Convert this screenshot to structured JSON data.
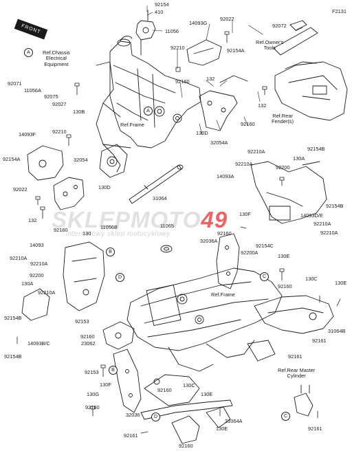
{
  "figure_id": "F2131",
  "front_label": "FRONT",
  "watermark": {
    "main_a": "SKLEP",
    "main_b": "MOTO",
    "main_c": "49",
    "sub": "internetowy sklep motocyklowy"
  },
  "references": {
    "chassis_electrical": "Ref.Chassis\nElectrical\nEquipment",
    "owners_tools": "Ref.Owner's\nTools",
    "frame_top": "Ref.Frame",
    "rear_fenders": "Ref.Rear\nFender(s)",
    "frame_mid": "Ref.Frame",
    "rear_master_cylinder": "Ref.Rear Master\nCylinder"
  },
  "callouts": {
    "A": "A",
    "B": "B",
    "C": "C",
    "D": "D"
  },
  "part_labels": [
    "92154",
    "410",
    "11056",
    "14093G",
    "92022",
    "92072",
    "92071",
    "11056A",
    "92075",
    "92027",
    "130B",
    "92210",
    "92154A",
    "132",
    "92160",
    "132",
    "92160",
    "130D",
    "32054A",
    "14093F",
    "92210",
    "92154A",
    "92022",
    "32054",
    "130D",
    "31064",
    "132",
    "92160",
    "11056B",
    "130",
    "92210A",
    "92154B",
    "92210A",
    "92200",
    "130A",
    "14093A",
    "130F",
    "92160",
    "32036A",
    "92154B",
    "14093D/E",
    "92210A",
    "92210A",
    "11065",
    "14093",
    "92210A",
    "92210A",
    "92200",
    "130A",
    "92210A",
    "92154B",
    "14093B/C",
    "92154B",
    "92154C",
    "92200A",
    "130E",
    "92160",
    "130C",
    "130E",
    "31064B",
    "92161",
    "92153",
    "92160",
    "23062",
    "92153",
    "130F",
    "130G",
    "92160",
    "32036",
    "92160",
    "130C",
    "31064A",
    "130E",
    "92161",
    "130E",
    "92161",
    "92160",
    "92161"
  ]
}
